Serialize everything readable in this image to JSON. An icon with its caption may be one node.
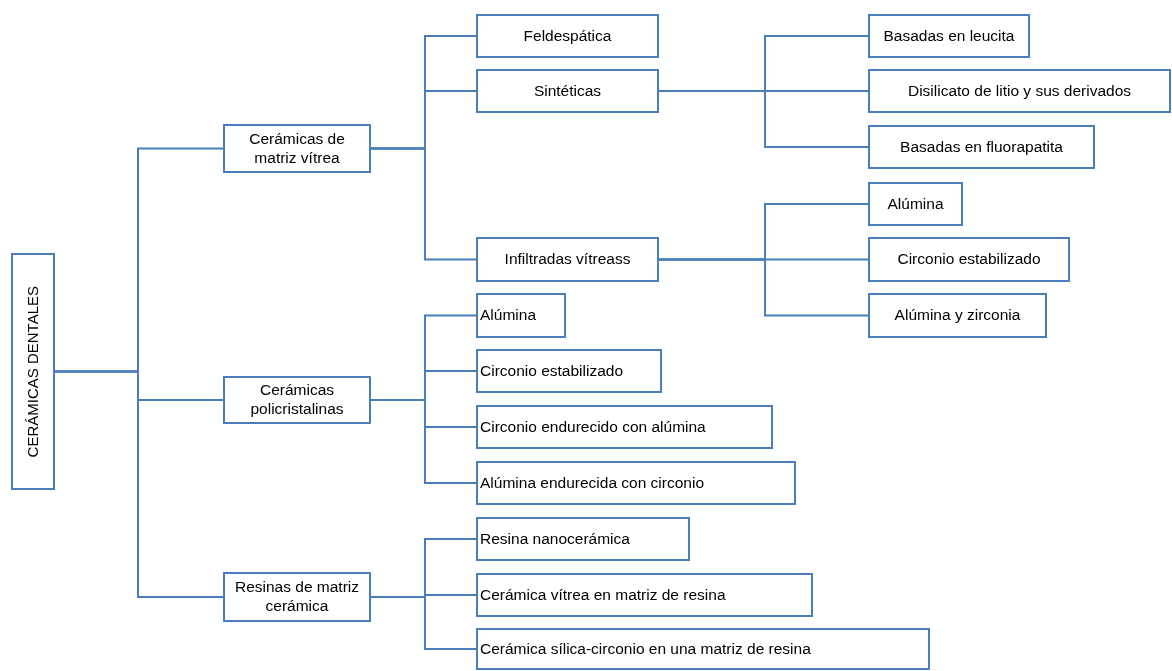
{
  "diagram": {
    "nodes": [
      {
        "text": [
          "CERÁMICAS DENTALES"
        ]
      },
      {
        "text": [
          "Cerámicas de matriz vítrea"
        ]
      },
      {
        "text": [
          "Feldespática"
        ]
      },
      {
        "text": [
          "Sintéticas"
        ]
      },
      {
        "text": [
          "Basadas en leucita"
        ]
      },
      {
        "text": [
          "Disilicato de litio y sus derivados"
        ]
      },
      {
        "text": [
          "Basadas en fluorapatita"
        ]
      },
      {
        "text": [
          "Infiltradas vítreass"
        ]
      },
      {
        "text": [
          "Alúmina"
        ]
      },
      {
        "text": [
          "Circonio estabilizado"
        ]
      },
      {
        "text": [
          "Alúmina y zirconia"
        ]
      },
      {
        "text": [
          "Cerámicas policristalinas"
        ]
      },
      {
        "text": [
          "Alúmina"
        ]
      },
      {
        "text": [
          "Circonio estabilizado"
        ]
      },
      {
        "text": [
          "Circonio endurecido con alúmina"
        ]
      },
      {
        "text": [
          "Alúmina endurecida con circonio"
        ]
      },
      {
        "text": [
          "Resinas de matriz cerámica"
        ]
      },
      {
        "text": [
          "Resina nanocerámica"
        ]
      },
      {
        "text": [
          "Cerámica vítrea en matriz de resina"
        ]
      },
      {
        "text": [
          "Cerámica sílica-circonio en una matriz de resina"
        ]
      }
    ],
    "edges": [
      {
        "from": 0,
        "to": 1,
        "arrow": "none"
      },
      {
        "from": 0,
        "to": 11,
        "arrow": "none"
      },
      {
        "from": 0,
        "to": 16,
        "arrow": "none"
      },
      {
        "from": 1,
        "to": 2,
        "arrow": "none"
      },
      {
        "from": 1,
        "to": 3,
        "arrow": "none"
      },
      {
        "from": 1,
        "to": 7,
        "arrow": "none"
      },
      {
        "from": 3,
        "to": 4,
        "arrow": "none"
      },
      {
        "from": 3,
        "to": 5,
        "arrow": "none"
      },
      {
        "from": 3,
        "to": 6,
        "arrow": "none"
      },
      {
        "from": 7,
        "to": 8,
        "arrow": "none"
      },
      {
        "from": 7,
        "to": 9,
        "arrow": "none"
      },
      {
        "from": 7,
        "to": 10,
        "arrow": "none"
      },
      {
        "from": 11,
        "to": 12,
        "arrow": "none"
      },
      {
        "from": 11,
        "to": 13,
        "arrow": "none"
      },
      {
        "from": 11,
        "to": 14,
        "arrow": "none"
      },
      {
        "from": 11,
        "to": 15,
        "arrow": "none"
      },
      {
        "from": 16,
        "to": 17,
        "arrow": "none"
      },
      {
        "from": 16,
        "to": 18,
        "arrow": "none"
      },
      {
        "from": 16,
        "to": 19,
        "arrow": "none"
      }
    ]
  }
}
